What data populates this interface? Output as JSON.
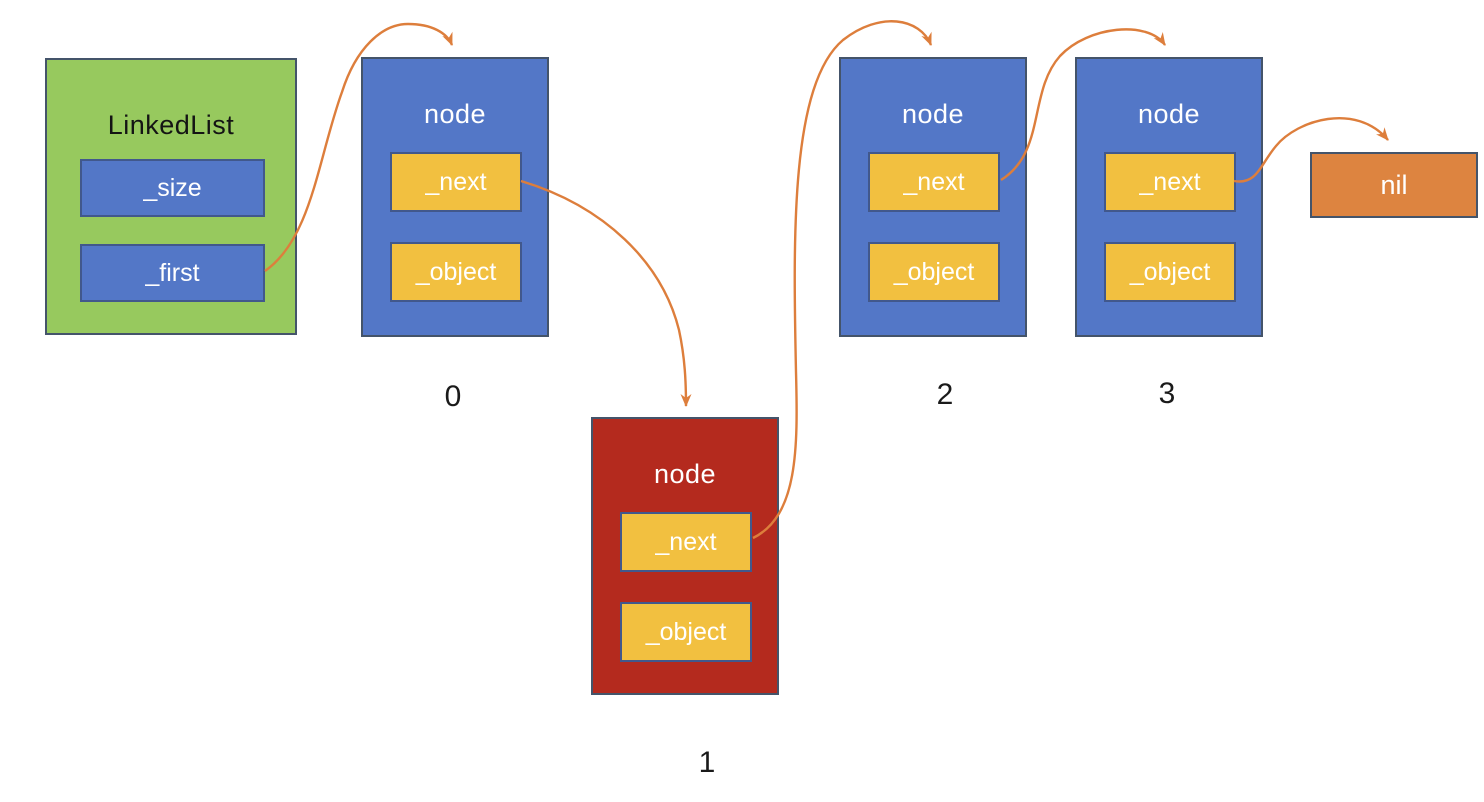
{
  "linkedlist": {
    "title": "LinkedList",
    "fields": [
      "_size",
      "_first"
    ]
  },
  "nodes": [
    {
      "title": "node",
      "fields": [
        "_next",
        "_object"
      ],
      "index_label": "0",
      "variant": "blue"
    },
    {
      "title": "node",
      "fields": [
        "_next",
        "_object"
      ],
      "index_label": "1",
      "variant": "red"
    },
    {
      "title": "node",
      "fields": [
        "_next",
        "_object"
      ],
      "index_label": "2",
      "variant": "blue"
    },
    {
      "title": "node",
      "fields": [
        "_next",
        "_object"
      ],
      "index_label": "3",
      "variant": "blue"
    }
  ],
  "terminator": {
    "label": "nil"
  },
  "pointers": [
    {
      "from": "LinkedList._first",
      "to": "node 0"
    },
    {
      "from": "node 0._next",
      "to": "node 1"
    },
    {
      "from": "node 1._next",
      "to": "node 2"
    },
    {
      "from": "node 2._next",
      "to": "node 3"
    },
    {
      "from": "node 3._next",
      "to": "nil"
    }
  ],
  "colors": {
    "green": "#97C95E",
    "blue": "#5377C7",
    "yellow": "#F2C040",
    "red": "#B42A1E",
    "orange": "#DD8440",
    "arrow": "#DD7E3C",
    "border": "#44546A",
    "fieldborder": "#41588C"
  }
}
